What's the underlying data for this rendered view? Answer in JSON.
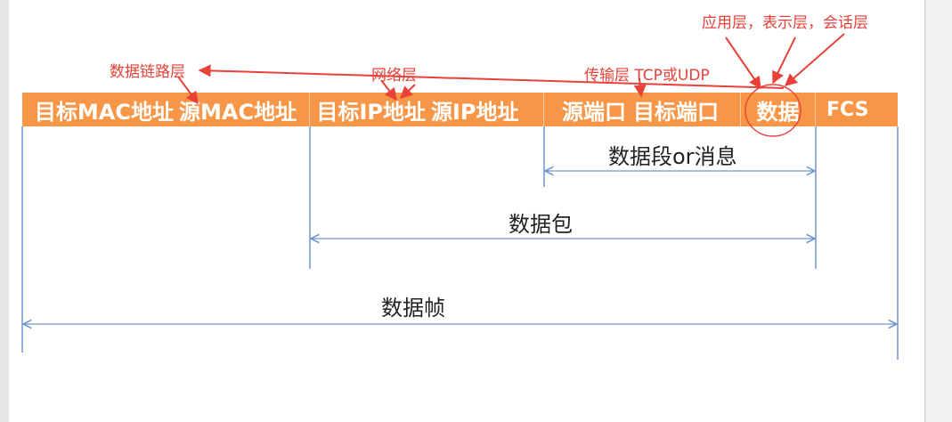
{
  "frame_fields": [
    {
      "label": "目标MAC地址"
    },
    {
      "label": "源MAC地址"
    },
    {
      "label": "目标IP地址"
    },
    {
      "label": "源IP地址"
    },
    {
      "label": "源端口"
    },
    {
      "label": "目标端口"
    },
    {
      "label": "数据"
    },
    {
      "label": "FCS"
    }
  ],
  "annotations": {
    "app_layers": "应用层，表示层，会话层",
    "data_link_layer": "数据链路层",
    "network_layer": "网络层",
    "transport_layer": "传输层 TCP或UDP"
  },
  "spans": {
    "segment": "数据段or消息",
    "packet": "数据包",
    "frame": "数据帧"
  },
  "colors": {
    "header_fill": "#f79646",
    "annotation_red": "#e8413a",
    "bracket_blue": "#6f96cd"
  }
}
